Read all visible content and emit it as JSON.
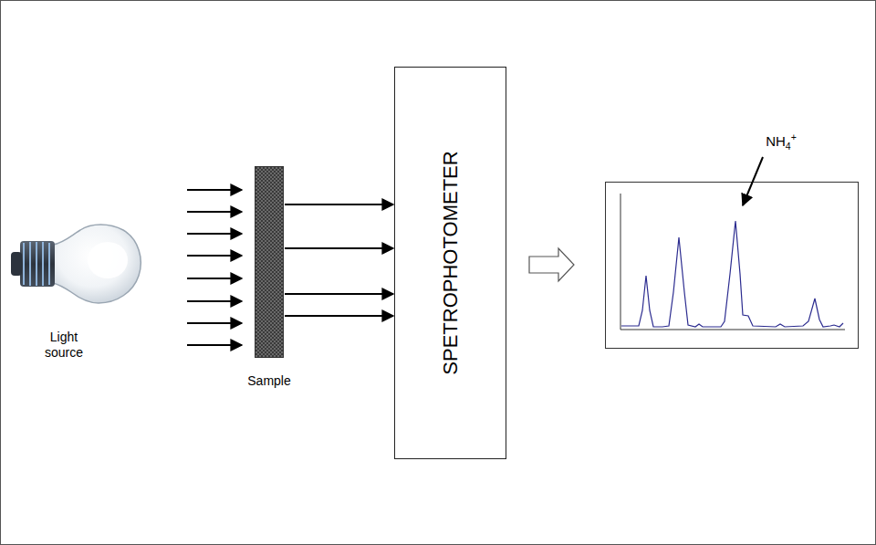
{
  "diagram": {
    "nodes": [
      {
        "text": [
          "Sample"
        ]
      },
      {
        "text": [
          "SPETROPHOTOMETER"
        ]
      }
    ],
    "edges": [
      {
        "from": 0,
        "to": 1,
        "arrow": "to"
      }
    ],
    "labels": [
      "Light source",
      "NH4+"
    ]
  }
}
